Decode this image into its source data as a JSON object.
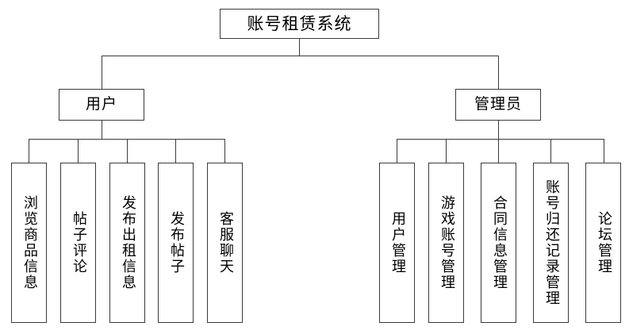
{
  "diagram": {
    "title": "账号租赁系统",
    "type": "hierarchy-tree",
    "colors": {
      "background": "#ffffff",
      "border": "#3a3a3a",
      "text": "#000000",
      "connector": "#3a3a3a"
    },
    "root": {
      "label": "账号租赁系统"
    },
    "branches": [
      {
        "label": "用户",
        "children": [
          {
            "label": "浏览商品信息"
          },
          {
            "label": "帖子评论"
          },
          {
            "label": "发布出租信息"
          },
          {
            "label": "发布帖子"
          },
          {
            "label": "客服聊天"
          }
        ]
      },
      {
        "label": "管理员",
        "children": [
          {
            "label": "用户管理"
          },
          {
            "label": "游戏账号管理"
          },
          {
            "label": "合同信息管理"
          },
          {
            "label": "账号归还记录管理"
          },
          {
            "label": "论坛管理"
          }
        ]
      }
    ]
  }
}
